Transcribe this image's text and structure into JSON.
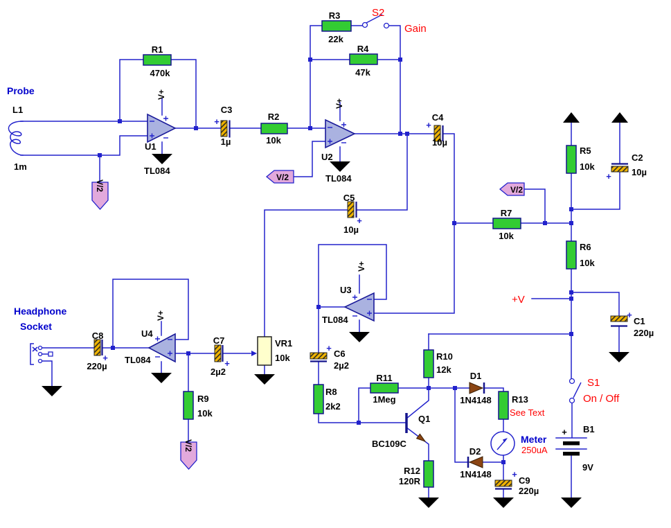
{
  "schematic": {
    "annotations": {
      "probe": "Probe",
      "headphone_line1": "Headphone",
      "headphone_line2": "Socket",
      "supply_rail": "+V",
      "half_supply": "V/2",
      "opamp_supply": "V+",
      "polarity": "+"
    },
    "components": {
      "r1": {
        "ref": "R1",
        "value": "470k"
      },
      "r2": {
        "ref": "R2",
        "value": "10k"
      },
      "r3": {
        "ref": "R3",
        "value": "22k"
      },
      "r4": {
        "ref": "R4",
        "value": "47k"
      },
      "r5": {
        "ref": "R5",
        "value": "10k"
      },
      "r6": {
        "ref": "R6",
        "value": "10k"
      },
      "r7": {
        "ref": "R7",
        "value": "10k"
      },
      "r8": {
        "ref": "R8",
        "value": "2k2"
      },
      "r9": {
        "ref": "R9",
        "value": "10k"
      },
      "r10": {
        "ref": "R10",
        "value": "12k"
      },
      "r11": {
        "ref": "R11",
        "value": "1Meg"
      },
      "r12": {
        "ref": "R12",
        "value": "120R"
      },
      "r13": {
        "ref": "R13",
        "value": "See Text"
      },
      "vr1": {
        "ref": "VR1",
        "value": "10k"
      },
      "c1": {
        "ref": "C1",
        "value": "220µ"
      },
      "c2": {
        "ref": "C2",
        "value": "10µ"
      },
      "c3": {
        "ref": "C3",
        "value": "1µ"
      },
      "c4": {
        "ref": "C4",
        "value": "10µ"
      },
      "c5": {
        "ref": "C5",
        "value": "10µ"
      },
      "c6": {
        "ref": "C6",
        "value": "2µ2"
      },
      "c7": {
        "ref": "C7",
        "value": "2µ2"
      },
      "c8": {
        "ref": "C8",
        "value": "220µ"
      },
      "c9": {
        "ref": "C9",
        "value": "220µ"
      },
      "d1": {
        "ref": "D1",
        "value": "1N4148"
      },
      "d2": {
        "ref": "D2",
        "value": "1N4148"
      },
      "q1": {
        "ref": "Q1",
        "value": "BC109C"
      },
      "u1": {
        "ref": "U1",
        "value": "TL084"
      },
      "u2": {
        "ref": "U2",
        "value": "TL084"
      },
      "u3": {
        "ref": "U3",
        "value": "TL084"
      },
      "u4": {
        "ref": "U4",
        "value": "TL084"
      },
      "l1": {
        "ref": "L1",
        "value": "1m"
      },
      "b1": {
        "ref": "B1",
        "value": "9V"
      },
      "s1": {
        "ref": "S1",
        "label": "On / Off"
      },
      "s2": {
        "ref": "S2",
        "label": "Gain"
      },
      "meter": {
        "label": "Meter",
        "value": "250uA"
      }
    },
    "colors": {
      "wire": "#2222cc",
      "resistor": "#33cc33",
      "capacitor": "#f0b400",
      "opamp_fill": "#aab2e0",
      "flag_fill": "#e2a9dc",
      "diode_fill": "#8b4513",
      "red_text": "#ff0000",
      "blue_text": "#0000cc"
    }
  }
}
